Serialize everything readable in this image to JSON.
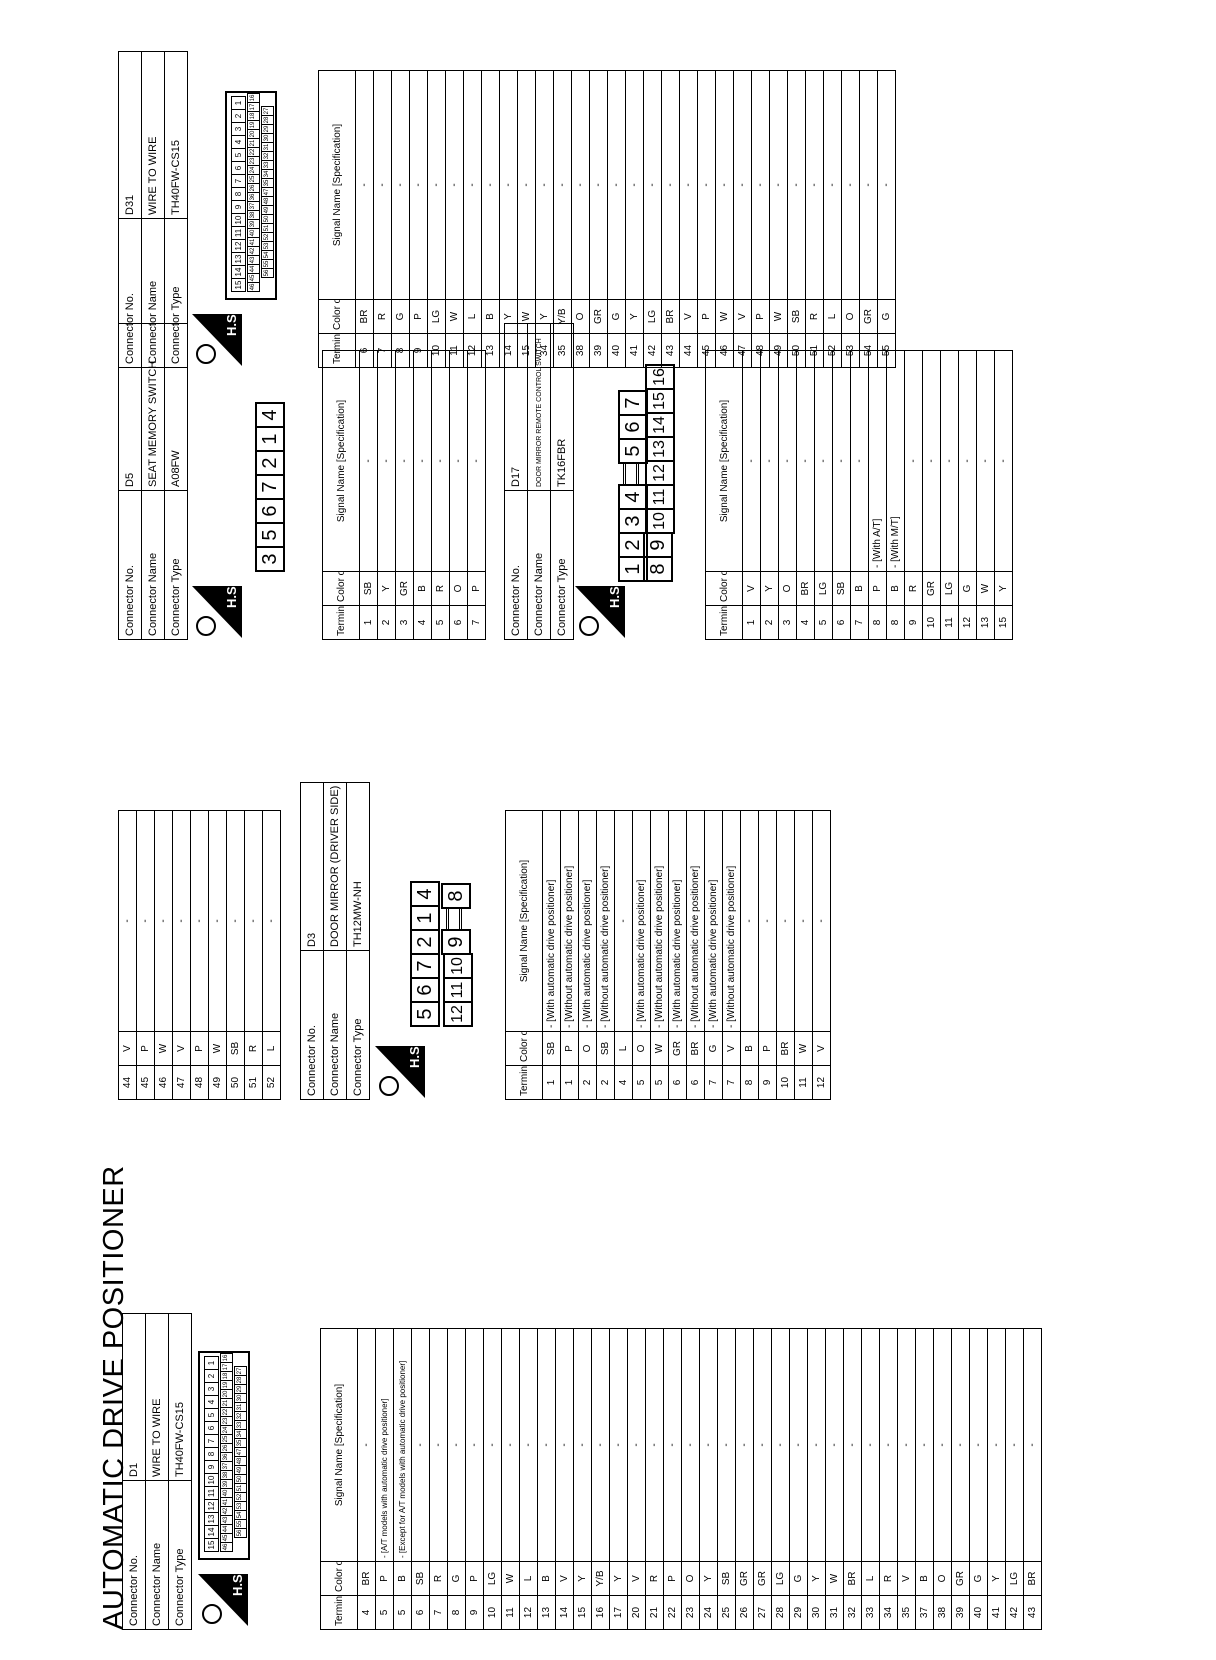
{
  "page_title": "AUTOMATIC DRIVE POSITIONER",
  "labels": {
    "connector_no": "Connector No.",
    "connector_name": "Connector Name",
    "connector_type": "Connector Type",
    "terminal_no": "Terminal No.",
    "color_of_wire": "Color of Wire",
    "signal_name": "Signal Name [Specification]",
    "hs": "H.S."
  },
  "d1": {
    "no": "D1",
    "name": "WIRE TO WIRE",
    "type": "TH40FW-CS15",
    "rows_a": [
      [
        "4",
        "BR",
        "-"
      ],
      [
        "5",
        "P",
        "- [A/T models with automatic drive positioner]"
      ],
      [
        "5",
        "B",
        "- [Except for A/T models with automatic drive positioner]"
      ],
      [
        "6",
        "SB",
        "-"
      ],
      [
        "7",
        "R",
        "-"
      ],
      [
        "8",
        "G",
        "-"
      ],
      [
        "9",
        "P",
        "-"
      ],
      [
        "10",
        "LG",
        "-"
      ],
      [
        "11",
        "W",
        "-"
      ],
      [
        "12",
        "L",
        "-"
      ],
      [
        "13",
        "B",
        "-"
      ],
      [
        "14",
        "V",
        "-"
      ],
      [
        "15",
        "Y",
        "-"
      ],
      [
        "16",
        "Y/B",
        "-"
      ],
      [
        "17",
        "Y",
        "-"
      ],
      [
        "20",
        "V",
        "-"
      ],
      [
        "21",
        "R",
        "-"
      ],
      [
        "22",
        "P",
        "-"
      ],
      [
        "23",
        "O",
        "-"
      ],
      [
        "24",
        "Y",
        "-"
      ],
      [
        "25",
        "SB",
        "-"
      ],
      [
        "26",
        "GR",
        "-"
      ],
      [
        "27",
        "GR",
        "-"
      ],
      [
        "28",
        "LG",
        "-"
      ],
      [
        "29",
        "G",
        "-"
      ],
      [
        "30",
        "Y",
        "-"
      ],
      [
        "31",
        "W",
        "-"
      ],
      [
        "32",
        "BR",
        "-"
      ],
      [
        "33",
        "L",
        "-"
      ],
      [
        "34",
        "R",
        "-"
      ],
      [
        "35",
        "V",
        "-"
      ],
      [
        "37",
        "B",
        "-"
      ],
      [
        "38",
        "O",
        "-"
      ],
      [
        "39",
        "GR",
        "-"
      ],
      [
        "40",
        "G",
        "-"
      ],
      [
        "41",
        "Y",
        "-"
      ],
      [
        "42",
        "LG",
        "-"
      ],
      [
        "43",
        "BR",
        "-"
      ]
    ],
    "rows_b": [
      [
        "44",
        "V",
        "-"
      ],
      [
        "45",
        "P",
        "-"
      ],
      [
        "46",
        "W",
        "-"
      ],
      [
        "47",
        "V",
        "-"
      ],
      [
        "48",
        "P",
        "-"
      ],
      [
        "49",
        "W",
        "-"
      ],
      [
        "50",
        "SB",
        "-"
      ],
      [
        "51",
        "R",
        "-"
      ],
      [
        "52",
        "L",
        "-"
      ]
    ]
  },
  "d3": {
    "no": "D3",
    "name": "DOOR MIRROR (DRIVER SIDE)",
    "type": "TH12MW-NH",
    "pins_top": [
      "5",
      "6",
      "7",
      "2",
      "1",
      "4"
    ],
    "pins_bottom": [
      "12",
      "11",
      "10",
      "9",
      "",
      "8"
    ],
    "rows": [
      [
        "1",
        "SB",
        "- [With automatic drive positioner]"
      ],
      [
        "1",
        "P",
        "- [Without automatic drive positioner]"
      ],
      [
        "2",
        "O",
        "- [With automatic drive positioner]"
      ],
      [
        "2",
        "SB",
        "- [Without automatic drive positioner]"
      ],
      [
        "4",
        "L",
        "-"
      ],
      [
        "5",
        "O",
        "- [With automatic drive positioner]"
      ],
      [
        "5",
        "W",
        "- [Without automatic drive positioner]"
      ],
      [
        "6",
        "GR",
        "- [With automatic drive positioner]"
      ],
      [
        "6",
        "BR",
        "- [Without automatic drive positioner]"
      ],
      [
        "7",
        "G",
        "- [With automatic drive positioner]"
      ],
      [
        "7",
        "V",
        "- [Without automatic drive positioner]"
      ],
      [
        "8",
        "B",
        "-"
      ],
      [
        "9",
        "P",
        "-"
      ],
      [
        "10",
        "BR",
        "-"
      ],
      [
        "11",
        "W",
        "-"
      ],
      [
        "12",
        "V",
        "-"
      ]
    ]
  },
  "d5": {
    "no": "D5",
    "name": "SEAT MEMORY SWITCH",
    "type": "A08FW",
    "pins": [
      "3",
      "5",
      "6",
      "7",
      "2",
      "1",
      "4"
    ],
    "rows": [
      [
        "1",
        "SB",
        "-"
      ],
      [
        "2",
        "Y",
        "-"
      ],
      [
        "3",
        "GR",
        "-"
      ],
      [
        "4",
        "B",
        "-"
      ],
      [
        "5",
        "R",
        "-"
      ],
      [
        "6",
        "O",
        "-"
      ],
      [
        "7",
        "P",
        "-"
      ]
    ]
  },
  "d17": {
    "no": "D17",
    "name": "DOOR MIRROR REMOTE CONTROL SWITCH",
    "type": "TK16FBR",
    "pins_top": [
      "1",
      "2",
      "3",
      "4",
      "",
      "5",
      "6",
      "7"
    ],
    "pins_bottom": [
      "8",
      "9",
      "10",
      "11",
      "12",
      "13",
      "14",
      "15",
      "16"
    ],
    "rows": [
      [
        "1",
        "V",
        "-"
      ],
      [
        "2",
        "Y",
        "-"
      ],
      [
        "3",
        "O",
        "-"
      ],
      [
        "4",
        "BR",
        "-"
      ],
      [
        "5",
        "LG",
        "-"
      ],
      [
        "6",
        "SB",
        "-"
      ],
      [
        "7",
        "B",
        "-"
      ],
      [
        "8",
        "P",
        "- [With A/T]"
      ],
      [
        "8",
        "B",
        "- [With M/T]"
      ],
      [
        "9",
        "R",
        "-"
      ],
      [
        "10",
        "GR",
        "-"
      ],
      [
        "11",
        "LG",
        "-"
      ],
      [
        "12",
        "G",
        "-"
      ],
      [
        "13",
        "W",
        "-"
      ],
      [
        "15",
        "Y",
        "-"
      ]
    ]
  },
  "d31": {
    "no": "D31",
    "name": "WIRE TO WIRE",
    "type": "TH40FW-CS15",
    "rows": [
      [
        "6",
        "BR",
        "-"
      ],
      [
        "7",
        "R",
        "-"
      ],
      [
        "8",
        "G",
        "-"
      ],
      [
        "9",
        "P",
        "-"
      ],
      [
        "10",
        "LG",
        "-"
      ],
      [
        "11",
        "W",
        "-"
      ],
      [
        "12",
        "L",
        "-"
      ],
      [
        "13",
        "B",
        "-"
      ],
      [
        "14",
        "Y",
        "-"
      ],
      [
        "15",
        "W",
        "-"
      ],
      [
        "34",
        "Y",
        "-"
      ],
      [
        "35",
        "Y/B",
        "-"
      ],
      [
        "38",
        "O",
        "-"
      ],
      [
        "39",
        "GR",
        "-"
      ],
      [
        "40",
        "G",
        "-"
      ],
      [
        "41",
        "Y",
        "-"
      ],
      [
        "42",
        "LG",
        "-"
      ],
      [
        "43",
        "BR",
        "-"
      ],
      [
        "44",
        "V",
        "-"
      ],
      [
        "45",
        "P",
        "-"
      ],
      [
        "46",
        "W",
        "-"
      ],
      [
        "47",
        "V",
        "-"
      ],
      [
        "48",
        "P",
        "-"
      ],
      [
        "49",
        "W",
        "-"
      ],
      [
        "50",
        "SB",
        "-"
      ],
      [
        "51",
        "R",
        "-"
      ],
      [
        "52",
        "L",
        "-"
      ],
      [
        "53",
        "O",
        "-"
      ],
      [
        "54",
        "GR",
        "-"
      ],
      [
        "55",
        "G",
        "-"
      ]
    ]
  },
  "cs15_pins": {
    "row1": [
      "15",
      "14",
      "13",
      "12",
      "11",
      "10",
      "9",
      "8",
      "7",
      "6",
      "5",
      "4",
      "3",
      "2",
      "1"
    ],
    "row2": [
      "46",
      "45",
      "44",
      "43",
      "42",
      "41",
      "40",
      "39",
      "38",
      "37",
      "36",
      "26",
      "25",
      "24",
      "23",
      "22",
      "21",
      "20",
      "19",
      "18",
      "17",
      "16"
    ],
    "row3": [
      "56",
      "55",
      "54",
      "53",
      "52",
      "51",
      "50",
      "49",
      "48",
      "47",
      "35",
      "34",
      "33",
      "32",
      "31",
      "30",
      "29",
      "28",
      "27"
    ]
  }
}
